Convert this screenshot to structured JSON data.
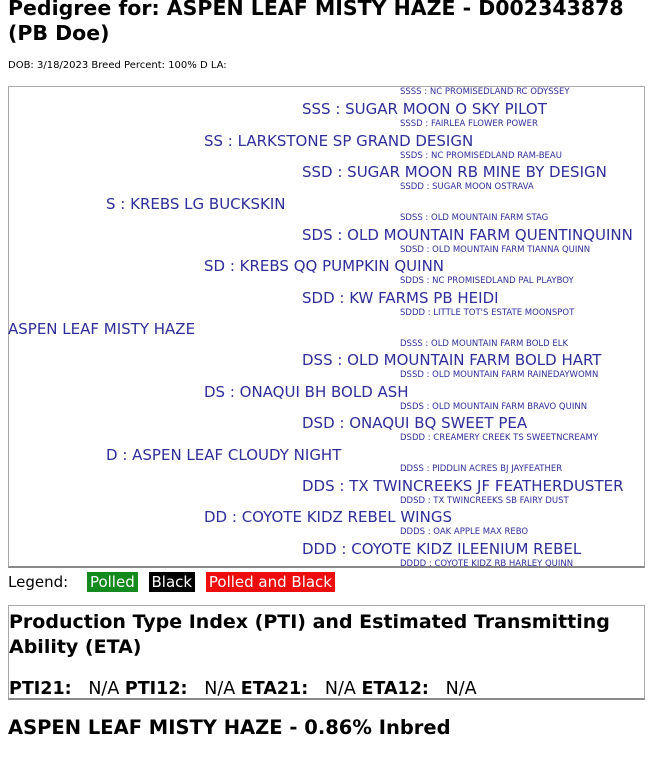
{
  "title": "Pedigree for: ASPEN LEAF MISTY HAZE - D002343878 (PB Doe)",
  "meta": "DOB: 3/18/2023 Breed Percent: 100% D LA:",
  "pedigree": {
    "animal": "ASPEN LEAF MISTY HAZE",
    "S": "S : KREBS LG BUCKSKIN",
    "SS": "SS : LARKSTONE SP GRAND DESIGN",
    "SSS": "SSS : SUGAR MOON O SKY PILOT",
    "SSSS": "SSSS : NC PROMISEDLAND RC ODYSSEY",
    "SSSD": "SSSD : FAIRLEA FLOWER POWER",
    "SSD": "SSD : SUGAR MOON RB MINE BY DESIGN",
    "SSDS": "SSDS : NC PROMISEDLAND RAM-BEAU",
    "SSDD": "SSDD : SUGAR MOON OSTRAVA",
    "SD": "SD : KREBS QQ PUMPKIN QUINN",
    "SDS": "SDS : OLD MOUNTAIN FARM QUENTINQUINN",
    "SDSS": "SDSS : OLD MOUNTAIN FARM STAG",
    "SDSD": "SDSD : OLD MOUNTAIN FARM TIANNA QUINN",
    "SDD": "SDD : KW FARMS PB HEIDI",
    "SDDS": "SDDS : NC PROMISEDLAND PAL PLAYBOY",
    "SDDD": "SDDD : LITTLE TOT'S ESTATE MOONSPOT",
    "D": "D : ASPEN LEAF CLOUDY NIGHT",
    "DS": "DS : ONAQUI BH BOLD ASH",
    "DSS": "DSS : OLD MOUNTAIN FARM BOLD HART",
    "DSSS": "DSSS : OLD MOUNTAIN FARM BOLD ELK",
    "DSSD": "DSSD : OLD MOUNTAIN FARM RAINEDAYWOMN",
    "DSD": "DSD : ONAQUI BQ SWEET PEA",
    "DSDS": "DSDS : OLD MOUNTAIN FARM BRAVO QUINN",
    "DSDD": "DSDD : CREAMERY CREEK TS SWEETNCREAMY",
    "DD": "DD : COYOTE KIDZ REBEL WINGS",
    "DDS": "DDS : TX TWINCREEKS JF FEATHERDUSTER",
    "DDSS": "DDSS : PIDDLIN ACRES BJ JAYFEATHER",
    "DDSD": "DDSD : TX TWINCREEKS SB FAIRY DUST",
    "DDD": "DDD : COYOTE KIDZ ILEENIUM REBEL",
    "DDDS": "DDDS : OAK APPLE MAX REBO",
    "DDDD": "DDDD : COYOTE KIDZ RB HARLEY QUINN"
  },
  "legend": {
    "label": "Legend:",
    "polled": "Polled",
    "black": "Black",
    "polled_black": "Polled and Black"
  },
  "pti": {
    "title": "Production Type Index (PTI) and Estimated Transmitting Ability (ETA)",
    "pti21_label": "PTI21:",
    "pti21_value": "N/A",
    "pti12_label": "PTI12:",
    "pti12_value": "N/A",
    "eta21_label": "ETA21:",
    "eta21_value": "N/A",
    "eta12_label": "ETA12:",
    "eta12_value": "N/A"
  },
  "inbred": "ASPEN LEAF MISTY HAZE - 0.86% Inbred",
  "colors": {
    "pedigree_text": "#2e2e9a",
    "polled": "#138a1d",
    "black": "#000000",
    "polled_black": "#ee0c0c"
  }
}
